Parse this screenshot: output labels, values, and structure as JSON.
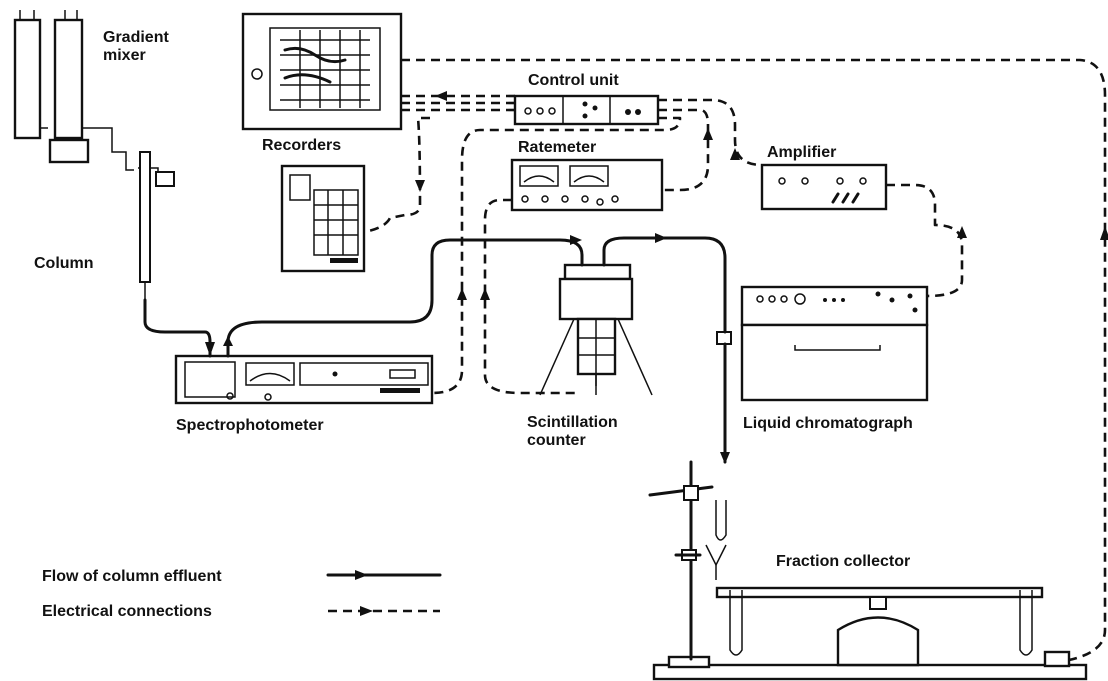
{
  "labels": {
    "gradient_mixer_l1": "Gradient",
    "gradient_mixer_l2": "mixer",
    "column": "Column",
    "recorders": "Recorders",
    "control_unit": "Control unit",
    "ratemeter": "Ratemeter",
    "amplifier": "Amplifier",
    "spectrophotometer": "Spectrophotometer",
    "scintillation_l1": "Scintillation",
    "scintillation_l2": "counter",
    "liquid_chromatograph": "Liquid chromatograph",
    "fraction_collector": "Fraction collector"
  },
  "legend": {
    "flow": "Flow of column effluent",
    "electrical": "Electrical connections"
  }
}
